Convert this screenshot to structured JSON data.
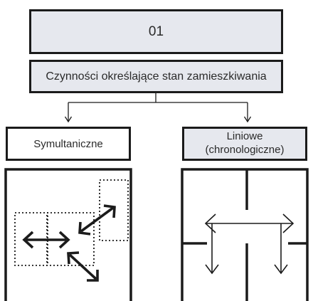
{
  "header": {
    "number": "01",
    "subtitle": "Czynności określające stan zamieszkiwania"
  },
  "branches": {
    "left": {
      "label": "Symultaniczne"
    },
    "right": {
      "label_line1": "Liniowe",
      "label_line2": "(chronologiczne)"
    }
  },
  "colors": {
    "stroke": "#1b1b1b",
    "box_fill": "#e6e8ee",
    "background": "#ffffff"
  }
}
